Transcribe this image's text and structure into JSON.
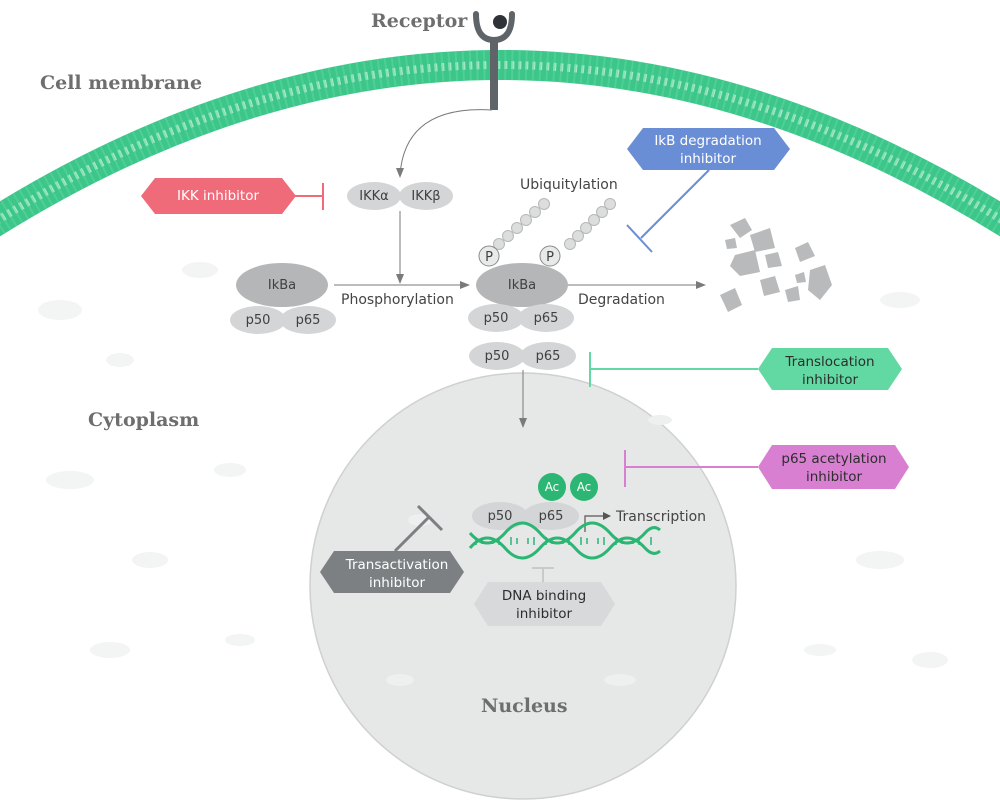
{
  "regions": {
    "receptor": "Receptor",
    "cell_membrane": "Cell membrane",
    "cytoplasm": "Cytoplasm",
    "nucleus": "Nucleus"
  },
  "molecules": {
    "ikk_alpha": "IKKα",
    "ikk_beta": "IKKβ",
    "ikba_left": "IkBa",
    "ikba_mid": "IkBa",
    "p50": "p50",
    "p65": "p65",
    "phospho": "P",
    "acetyl": "Ac"
  },
  "processes": {
    "phosphorylation": "Phosphorylation",
    "ubiquitylation": "Ubiquitylation",
    "degradation": "Degradation",
    "transcription": "Transcription"
  },
  "inhibitors": {
    "ikk": {
      "line1": "IKK inhibitor",
      "line2": "",
      "color": "#f06b79"
    },
    "ikb_degradation": {
      "line1": "IkB degradation",
      "line2": "inhibitor",
      "color": "#6a8ed6"
    },
    "translocation": {
      "line1": "Translocation",
      "line2": "inhibitor",
      "color": "#62d9a3"
    },
    "p65_acetylation": {
      "line1": "p65 acetylation",
      "line2": "inhibitor",
      "color": "#d87fd2"
    },
    "transactivation": {
      "line1": "Transactivation",
      "line2": "inhibitor",
      "color": "#7c8083"
    },
    "dna_binding": {
      "line1": "DNA binding",
      "line2": "inhibitor",
      "color": "#d7d9da"
    }
  },
  "colors": {
    "membrane": "#3cc68a",
    "acetyl": "#2bb673",
    "dna": "#2bb673",
    "molecule": "#d4d5d6",
    "ikba": "#b5b6b7",
    "nucleus": "#e6e7e7"
  }
}
